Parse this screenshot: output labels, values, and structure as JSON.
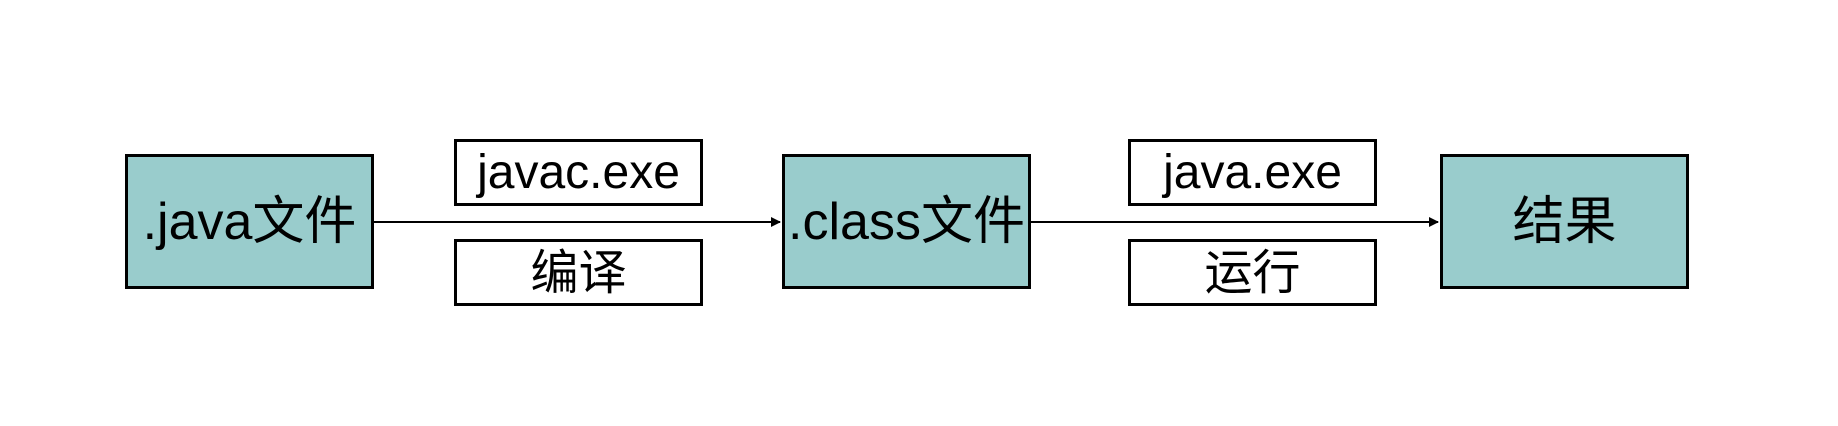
{
  "nodes": {
    "java_file": ".java文件",
    "class_file": ".class文件",
    "result": "结果"
  },
  "edges": {
    "compile": {
      "tool": "javac.exe",
      "action": "编译"
    },
    "run": {
      "tool": "java.exe",
      "action": "运行"
    }
  },
  "colors": {
    "node_fill": "#99cccc",
    "label_fill": "#ffffff",
    "stroke": "#000000"
  }
}
